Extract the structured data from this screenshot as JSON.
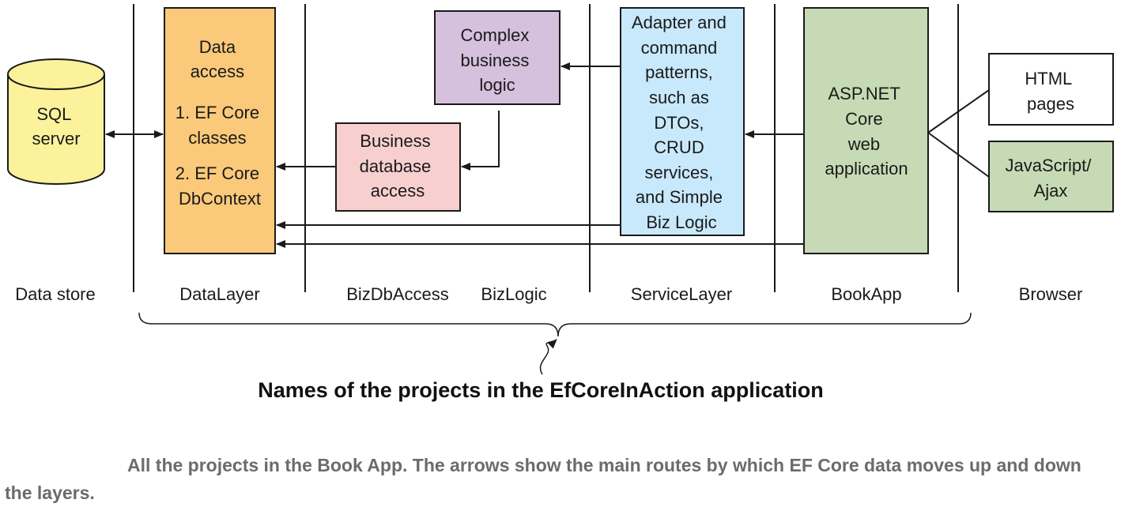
{
  "boxes": {
    "sql": [
      "SQL",
      "server"
    ],
    "data_access": [
      "Data",
      "access",
      "1. EF Core",
      "classes",
      "2. EF Core",
      "DbContext"
    ],
    "complex_logic": [
      "Complex",
      "business",
      "logic"
    ],
    "biz_db_access": [
      "Business",
      "database",
      "access"
    ],
    "service": [
      "Adapter and",
      "command",
      "patterns,",
      "such as",
      "DTOs,",
      "CRUD",
      "services,",
      "and Simple",
      "Biz Logic"
    ],
    "aspnet": [
      "ASP.NET",
      "Core",
      "web",
      "application"
    ],
    "html_pages": [
      "HTML",
      "pages"
    ],
    "javascript": [
      "JavaScript/",
      "Ajax"
    ]
  },
  "columns": [
    "Data store",
    "DataLayer",
    "BizDbAccess",
    "BizLogic",
    "ServiceLayer",
    "BookApp",
    "Browser"
  ],
  "footer_label": "Names of the projects in the EfCoreInAction application",
  "caption": "All the projects in the Book App. The arrows show the main routes by which EF Core data moves up and down the layers.",
  "colors": {
    "sql": "#fbf29b",
    "data_access": "#fbc97a",
    "complex_logic": "#d5c0de",
    "biz_db_access": "#f8cfcf",
    "service": "#c8e9fb",
    "aspnet": "#c6dbb5",
    "html_pages": "#ffffff",
    "javascript": "#c6dbb5"
  }
}
